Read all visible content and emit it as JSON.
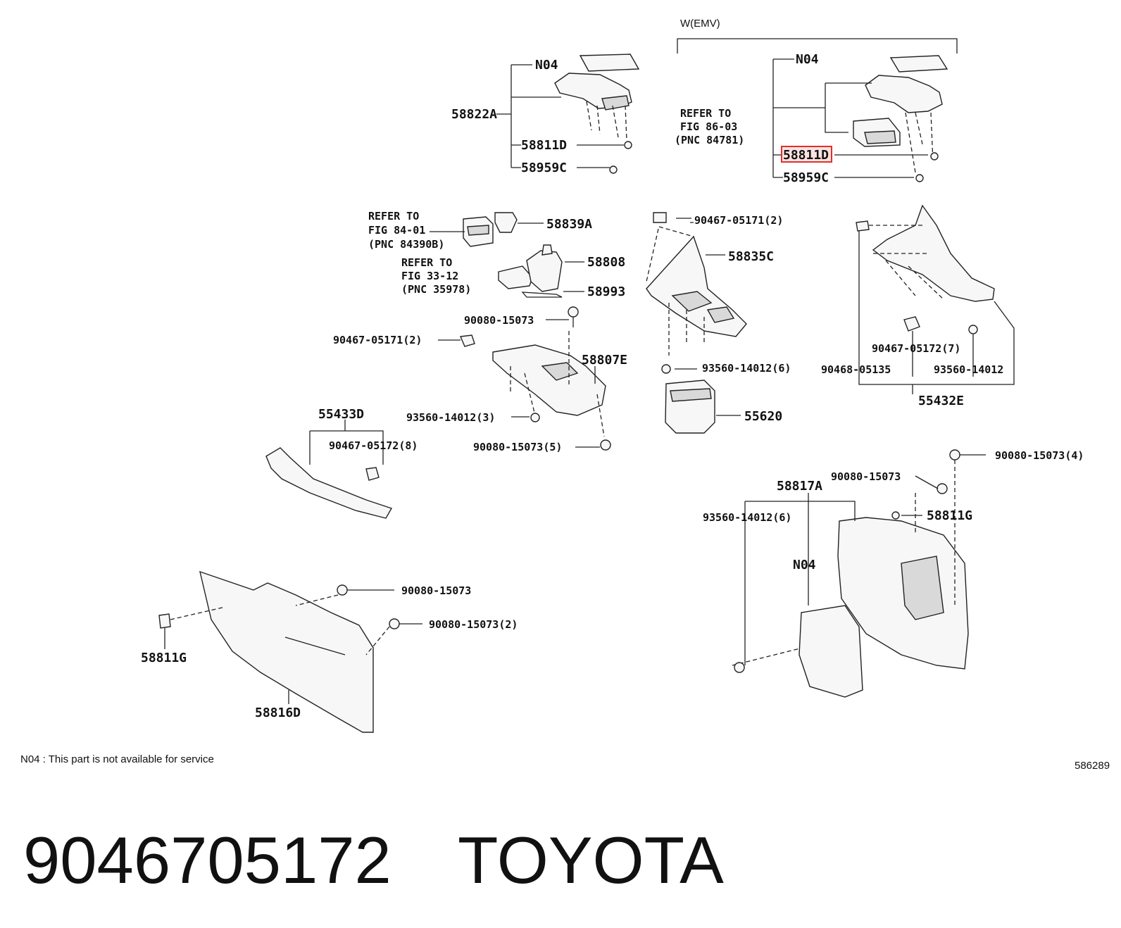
{
  "diagram": {
    "variant_label": "W(EMV)",
    "footnote": "N04 : This part is not available for service",
    "figure_number": "586289",
    "part_number": "9046705172",
    "brand": "TOYOTA",
    "refer_to_1": [
      "REFER TO",
      "FIG 86-03",
      "(PNC 84781)"
    ],
    "refer_to_2": [
      "REFER TO",
      "FIG 84-01",
      "(PNC 84390B)"
    ],
    "refer_to_3": [
      "REFER TO",
      "FIG 33-12",
      "(PNC 35978)"
    ],
    "labels": {
      "n04_a": "N04",
      "c58822A": "58822A",
      "c58811D_a": "58811D",
      "c58959C_a": "58959C",
      "n04_b": "N04",
      "c58811D_hl": "58811D",
      "c58959C_b": "58959C",
      "c58839A": "58839A",
      "c58808": "58808",
      "c58993": "58993",
      "c9008015073_a": "90080-15073",
      "c9046705171_a": "90467-05171(2)",
      "c58807E": "58807E",
      "c9356014012_a": "93560-14012(3)",
      "c9008015073_b": "90080-15073(5)",
      "c9046705171_b": "90467-05171(2)",
      "c58835C": "58835C",
      "c9356014012_b": "93560-14012(6)",
      "c55620": "55620",
      "c9046705172_a": "90467-05172(7)",
      "c9046805135": "90468-05135",
      "c9356014012_c": "93560-14012",
      "c55432E": "55432E",
      "c55433D": "55433D",
      "c9046705172_b": "90467-05172(8)",
      "c9008015073_c": "90080-15073(4)",
      "c9008015073_d": "90080-15073",
      "c58817A": "58817A",
      "c9356014012_d": "93560-14012(6)",
      "c58811G_a": "58811G",
      "n04_c": "N04",
      "c9008015073_e": "90080-15073",
      "c9008015073_f": "90080-15073(2)",
      "c58811G_b": "58811G",
      "c58816D": "58816D"
    }
  }
}
